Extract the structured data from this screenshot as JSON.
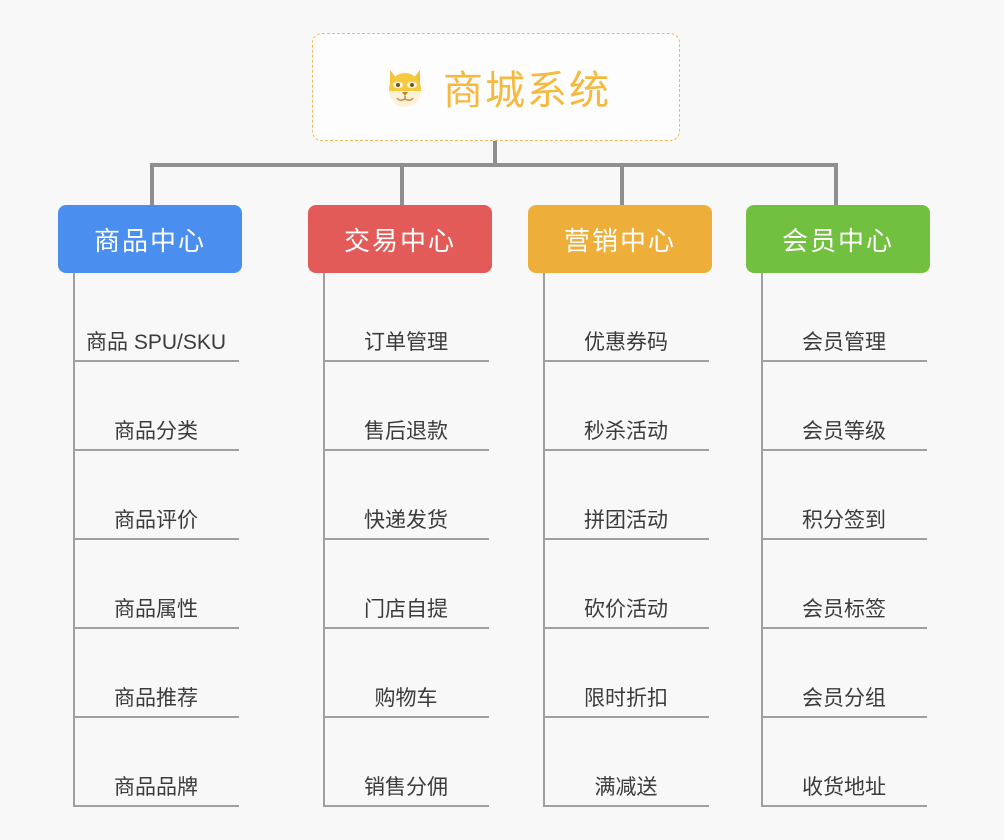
{
  "page": {
    "background_color": "#f8f8f9",
    "line_color": "#8f8f8f"
  },
  "root": {
    "icon": "dog-face-icon",
    "title": "商城系统",
    "title_color": "#f5b93f",
    "border_color": "#f0b95a"
  },
  "categories": [
    {
      "label": "商品中心",
      "color": "#4a8ff0",
      "items": [
        "商品 SPU/SKU",
        "商品分类",
        "商品评价",
        "商品属性",
        "商品推荐",
        "商品品牌"
      ]
    },
    {
      "label": "交易中心",
      "color": "#e35b58",
      "items": [
        "订单管理",
        "售后退款",
        "快递发货",
        "门店自提",
        "购物车",
        "销售分佣"
      ]
    },
    {
      "label": "营销中心",
      "color": "#eeae3a",
      "items": [
        "优惠券码",
        "秒杀活动",
        "拼团活动",
        "砍价活动",
        "限时折扣",
        "满减送"
      ]
    },
    {
      "label": "会员中心",
      "color": "#72c040",
      "items": [
        "会员管理",
        "会员等级",
        "积分签到",
        "会员标签",
        "会员分组",
        "收货地址"
      ]
    }
  ]
}
